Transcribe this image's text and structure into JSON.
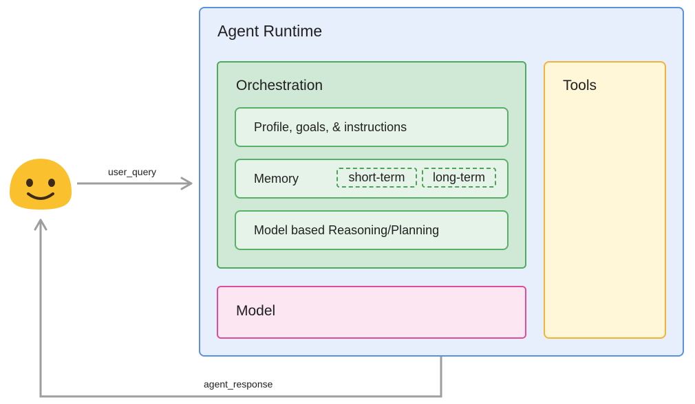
{
  "runtime": {
    "title": "Agent Runtime"
  },
  "orchestration": {
    "title": "Orchestration",
    "profile_label": "Profile, goals, & instructions",
    "memory_label": "Memory",
    "memory_short_term": "short-term",
    "memory_long_term": "long-term",
    "reasoning_label": "Model based Reasoning/Planning"
  },
  "model": {
    "title": "Model"
  },
  "tools": {
    "title": "Tools"
  },
  "edges": {
    "user_query": "user_query",
    "agent_response": "agent_response"
  },
  "icons": {
    "user": "smiley-face-icon"
  },
  "colors": {
    "runtime_fill": "#e8effc",
    "runtime_border": "#5b8fe0",
    "orchestration_fill": "#d0e8d6",
    "orchestration_border": "#4faa5e",
    "model_fill": "#fbe6f1",
    "model_border": "#df4c98",
    "tools_fill": "#fff7d8",
    "tools_border": "#f2b237",
    "arrow": "#9e9e9e",
    "face": "#fbc02d"
  }
}
